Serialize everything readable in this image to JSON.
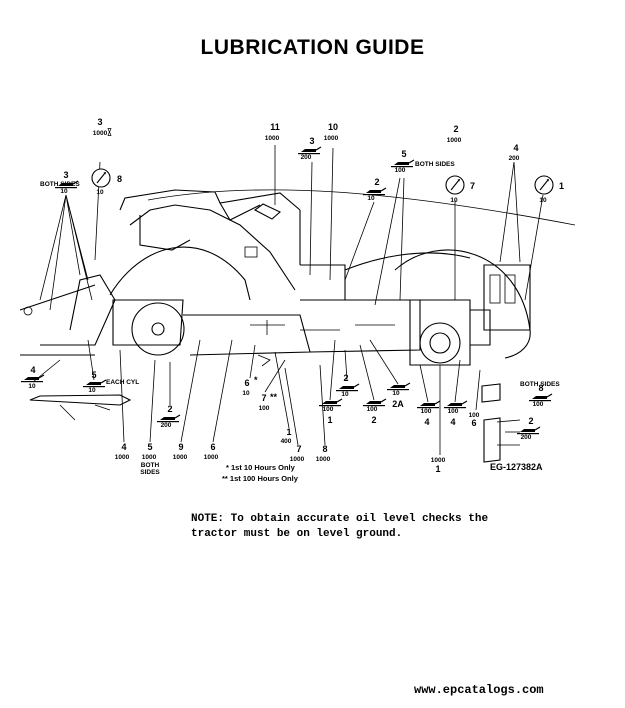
{
  "title": "LUBRICATION GUIDE",
  "drawing_number": "EG-127382A",
  "footnotes": [
    "* 1st 10 Hours Only",
    "** 1st 100 Hours Only"
  ],
  "note": {
    "label": "NOTE:",
    "text": "To obtain accurate oil level checks the tractor must be on level ground."
  },
  "footer": "www.epcatalogs.com",
  "callouts": {
    "c1": {
      "n": "3",
      "h": "1000"
    },
    "c2": {
      "n": "11",
      "h": "1000"
    },
    "c3": {
      "n": "3",
      "h": "200"
    },
    "c4": {
      "n": "10",
      "h": "1000"
    },
    "c5": {
      "n": "5",
      "h": "100",
      "note": "BOTH SIDES"
    },
    "c6": {
      "n": "2",
      "h": "10"
    },
    "c7": {
      "n": "2",
      "h": "1000"
    },
    "c8": {
      "n": "4",
      "h": "200"
    },
    "c9": {
      "n": "3",
      "h": "10",
      "note": "BOTH SIDES"
    },
    "c10": {
      "n": "8",
      "h": "10"
    },
    "c11": {
      "n": "7",
      "h": "10"
    },
    "c12": {
      "n": "1",
      "h": "10"
    },
    "c13": {
      "n": "4",
      "h": "10"
    },
    "c14": {
      "n": "5",
      "h": "10",
      "note": "EACH CYL"
    },
    "c15": {
      "n": "2",
      "h": "200"
    },
    "c16": {
      "n": "4",
      "h": "1000"
    },
    "c17": {
      "n": "5",
      "h": "1000",
      "note": "BOTH SIDES"
    },
    "c18": {
      "n": "9",
      "h": "1000"
    },
    "c19": {
      "n": "6",
      "h": "1000"
    },
    "c20": {
      "n": "6",
      "h": "10",
      "mark": "*"
    },
    "c21": {
      "n": "7",
      "h": "100",
      "mark": "**"
    },
    "c22": {
      "n": "1",
      "h": "400"
    },
    "c23": {
      "n": "7",
      "h": "1000"
    },
    "c24": {
      "n": "8",
      "h": "1000"
    },
    "c25": {
      "n": "2",
      "h": "10"
    },
    "c26": {
      "n": "1",
      "h": "100"
    },
    "c27": {
      "n": "2",
      "h": "100"
    },
    "c28": {
      "n": "2A",
      "h": "10"
    },
    "c29": {
      "n": "4",
      "h": "100"
    },
    "c30": {
      "n": "4",
      "h": "100"
    },
    "c31": {
      "n": "1",
      "h": "1000"
    },
    "c32": {
      "n": "6",
      "h": "100"
    },
    "c33": {
      "n": "8",
      "h": "100",
      "note": "BOTH SIDES"
    },
    "c34": {
      "n": "2",
      "h": "200"
    }
  }
}
